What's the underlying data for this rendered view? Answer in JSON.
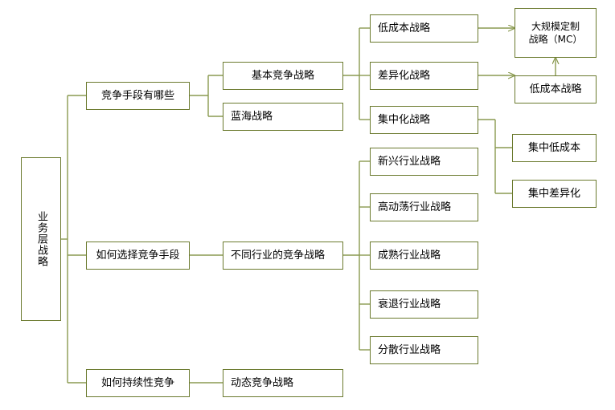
{
  "diagram": {
    "title": "业务层战略",
    "type": "tree-mindmap",
    "line_color": "#8a9a50",
    "border_color": "#6b7a2e",
    "text_color": "#000000",
    "background": "#ffffff",
    "nodes": {
      "root": "业务层战略",
      "l1": [
        "竞争手段有哪些",
        "如何选择竞争手段",
        "如何持续性竞争"
      ],
      "l2": [
        "基本竞争战略",
        "蓝海战略",
        "不同行业的竞争战略",
        "动态竞争战略"
      ],
      "l3_basic": [
        "低成本战略",
        "差异化战略",
        "集中化战略"
      ],
      "l3_industry": [
        "新兴行业战略",
        "高动荡行业战略",
        "成熟行业战略",
        "衰退行业战略",
        "分散行业战略"
      ],
      "l4": [
        "大规模定制\n战略（MC）",
        "低成本战略",
        "集中低成本",
        "集中差异化"
      ]
    },
    "edges": [
      {
        "from": "业务层战略",
        "to": "竞争手段有哪些",
        "arrow": false
      },
      {
        "from": "业务层战略",
        "to": "如何选择竞争手段",
        "arrow": false
      },
      {
        "from": "业务层战略",
        "to": "如何持续性竞争",
        "arrow": false
      },
      {
        "from": "竞争手段有哪些",
        "to": "基本竞争战略",
        "arrow": false
      },
      {
        "from": "竞争手段有哪些",
        "to": "蓝海战略",
        "arrow": false
      },
      {
        "from": "基本竞争战略",
        "to": "低成本战略",
        "arrow": false
      },
      {
        "from": "基本竞争战略",
        "to": "差异化战略",
        "arrow": false
      },
      {
        "from": "基本竞争战略",
        "to": "集中化战略",
        "arrow": false
      },
      {
        "from": "低成本战略",
        "to": "大规模定制战略（MC）",
        "arrow": true
      },
      {
        "from": "差异化战略",
        "to": "低成本战略(右)",
        "arrow": true
      },
      {
        "from": "低成本战略(右)",
        "to": "大规模定制战略（MC）",
        "arrow": true
      },
      {
        "from": "集中化战略",
        "to": "集中低成本",
        "arrow": false
      },
      {
        "from": "集中化战略",
        "to": "集中差异化",
        "arrow": false
      },
      {
        "from": "如何选择竞争手段",
        "to": "不同行业的竞争战略",
        "arrow": false
      },
      {
        "from": "不同行业的竞争战略",
        "to": "新兴行业战略",
        "arrow": false
      },
      {
        "from": "不同行业的竞争战略",
        "to": "高动荡行业战略",
        "arrow": false
      },
      {
        "from": "不同行业的竞争战略",
        "to": "成熟行业战略",
        "arrow": false
      },
      {
        "from": "不同行业的竞争战略",
        "to": "衰退行业战略",
        "arrow": false
      },
      {
        "from": "不同行业的竞争战略",
        "to": "分散行业战略",
        "arrow": false
      },
      {
        "from": "如何持续性竞争",
        "to": "动态竞争战略",
        "arrow": false
      }
    ]
  }
}
